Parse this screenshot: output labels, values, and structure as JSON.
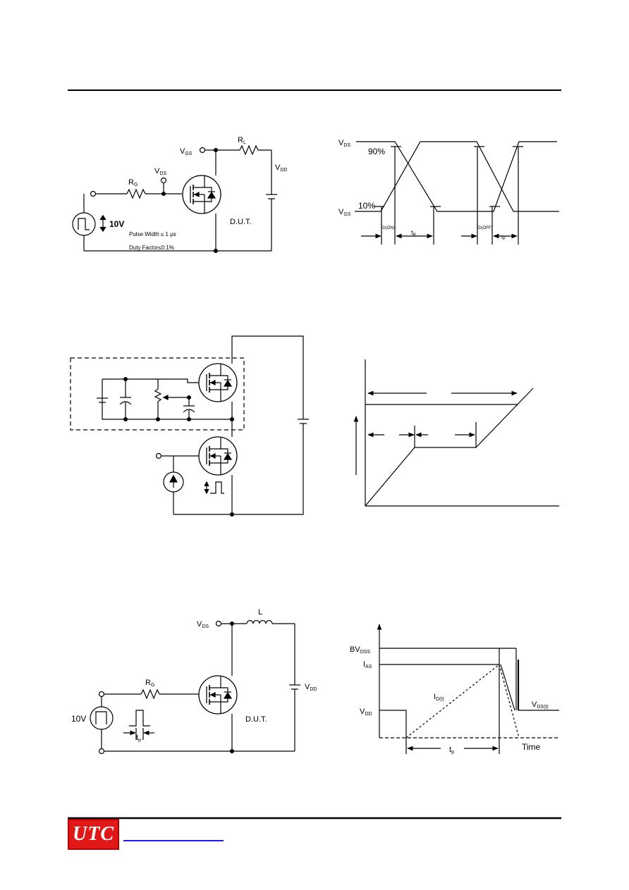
{
  "fig1": {
    "vgs": "V",
    "vgs_sub": "GS",
    "vds": "V",
    "vds_sub": "DS",
    "rl": "R",
    "rl_sub": "L",
    "rg": "R",
    "rg_sub": "G",
    "vdd": "V",
    "vdd_sub": "DD",
    "amp": "10V",
    "dut": "D.U.T.",
    "pulse_width": "Pulse Width ≤ 1 μs",
    "duty": "Duty Factor≤0.1%"
  },
  "fig2": {
    "vds": "V",
    "vds_sub": "DS",
    "vgs": "V",
    "vgs_sub": "GS",
    "p90": "90%",
    "p10": "10%",
    "tdon": "t",
    "tdon_sub": "D(ON)",
    "tr": "t",
    "tr_sub": "R",
    "tdoff": "t",
    "tdoff_sub": "D(OFF)",
    "tf": "t",
    "tf_sub": "F"
  },
  "fig5": {
    "vds": "V",
    "vds_sub": "DS",
    "l": "L",
    "rg": "R",
    "rg_sub": "G",
    "vdd": "V",
    "vdd_sub": "DD",
    "amp": "10V",
    "dut": "D.U.T.",
    "tp": "t",
    "tp_sub": "p"
  },
  "fig6": {
    "bvdss": "BV",
    "bvdss_sub": "DSS",
    "ias": "I",
    "ias_sub": "AS",
    "vdd": "V",
    "vdd_sub": "DD",
    "id": "I",
    "id_sub": "D(t)",
    "vdst": "V",
    "vdst_sub": "DS(t)",
    "tp": "t",
    "tp_sub": "p",
    "time": "Time"
  },
  "footer": {
    "logo": "UTC"
  }
}
